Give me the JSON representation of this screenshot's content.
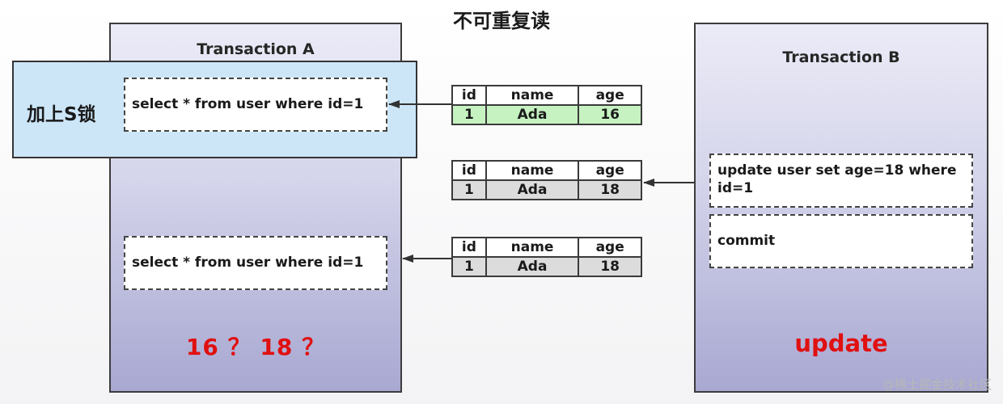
{
  "title": "不可重复读",
  "transaction_a": {
    "title": "Transaction A",
    "lock_label": "加上S锁",
    "query_1": "select * from user where id=1",
    "query_2": "select * from user where id=1",
    "question": "16 ？ 18 ？"
  },
  "transaction_b": {
    "title": "Transaction B",
    "update_sql": "update user set age=18 where id=1",
    "commit": "commit",
    "label": "update"
  },
  "tables": [
    {
      "headers": [
        "id",
        "name",
        "age"
      ],
      "row": [
        "1",
        "Ada",
        "16"
      ],
      "highlight": "#c6f2c2"
    },
    {
      "headers": [
        "id",
        "name",
        "age"
      ],
      "row": [
        "1",
        "Ada",
        "18"
      ]
    },
    {
      "headers": [
        "id",
        "name",
        "age"
      ],
      "row": [
        "1",
        "Ada",
        "18"
      ]
    }
  ],
  "watermark": "@稀土掘金技术社区",
  "colors": {
    "accent_red": "#e01010",
    "panel_purple": "#a8a8d2",
    "lock_blue": "#cce6f8"
  }
}
